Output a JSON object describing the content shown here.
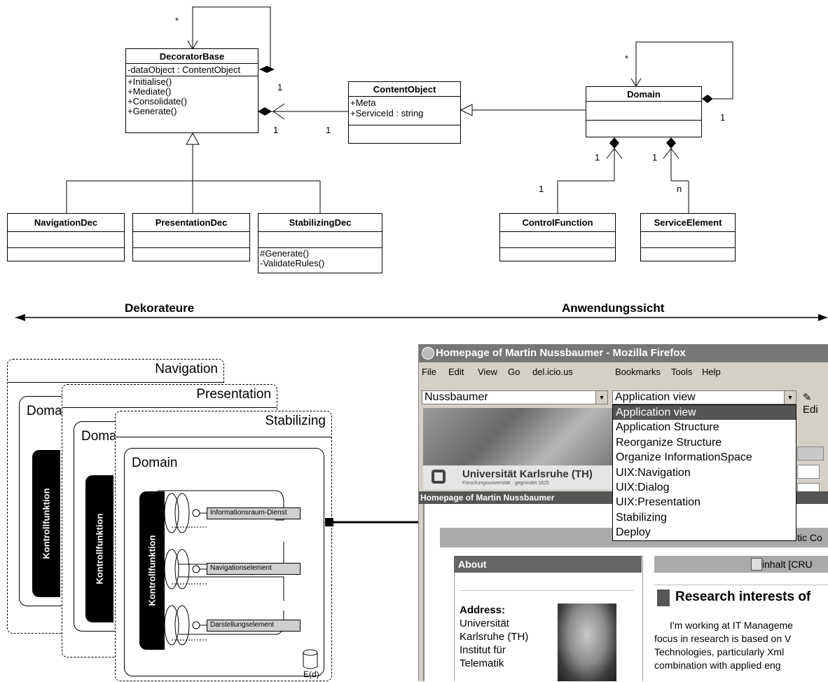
{
  "uml": {
    "decorator_base": {
      "name": "DecoratorBase",
      "attributes": [
        "-dataObject : ContentObject"
      ],
      "operations": [
        "+Initialise()",
        "+Mediate()",
        "+Consolidate()",
        "+Generate()"
      ]
    },
    "content_object": {
      "name": "ContentObject",
      "attributes": [
        "+Meta",
        "+ServiceId : string"
      ],
      "operations": []
    },
    "domain": {
      "name": "Domain",
      "attributes": [],
      "operations": []
    },
    "navigation_dec": {
      "name": "NavigationDec"
    },
    "presentation_dec": {
      "name": "PresentationDec"
    },
    "stabilizing_dec": {
      "name": "StabilizingDec",
      "operations": [
        "#Generate()",
        "-ValidateRules()"
      ]
    },
    "control_function": {
      "name": "ControlFunction"
    },
    "service_element": {
      "name": "ServiceElement"
    },
    "multiplicities": {
      "star1": "*",
      "one_a": "1",
      "one_b": "1",
      "one_c": "1",
      "star2": "*",
      "one_d": "1",
      "one_e": "1",
      "one_f": "1",
      "one_g": "1",
      "n": "n"
    }
  },
  "headings": {
    "left": "Dekorateure",
    "right": "Anwendungssicht"
  },
  "decorators": {
    "layers": [
      "Navigation",
      "Presentation",
      "Stabilizing"
    ],
    "domain_label": "Domain",
    "domain_short": "Doma",
    "kontroll_label": "Kontrollfunktion",
    "services": [
      "Informationsraum-Dienst",
      "Navigationselement",
      "Darstellungselement"
    ],
    "store_label": "E(d)"
  },
  "browser": {
    "title": "Homepage of Martin Nussbaumer - Mozilla Firefox",
    "menu": [
      "File",
      "Edit",
      "View",
      "Go",
      "del.icio.us",
      "Bookmarks",
      "Tools",
      "Help"
    ],
    "site_combo": "Nussbaumer",
    "view_combo": "Application view",
    "edit_label": "Edi",
    "dropdown": [
      "Application view",
      "Application Structure",
      "Reorganize Structure",
      "Organize InformationSpace",
      "UIX:Navigation",
      "UIX:Dialog",
      "UIX:Presentation",
      "Stabilizing",
      "Deploy"
    ],
    "uni_name": "Universität Karlsruhe (TH)",
    "uni_sub": "Forschungsuniversität · gegründet 1825",
    "page_bar": "Homepage of Martin Nussbaumer",
    "tic_fragment": "tic Co",
    "about_header": "About",
    "address_label": "Address:",
    "address_lines": [
      "Universität",
      "Karlsruhe (TH)",
      "Institut für",
      "Telematik"
    ],
    "inhalt_label": "inhalt [CRU",
    "research_heading": "Research interests of",
    "research_text": [
      "I'm working at IT Manageme",
      "focus in research is based on V",
      "Technologies, particularly Xml",
      "combination with applied eng"
    ]
  }
}
